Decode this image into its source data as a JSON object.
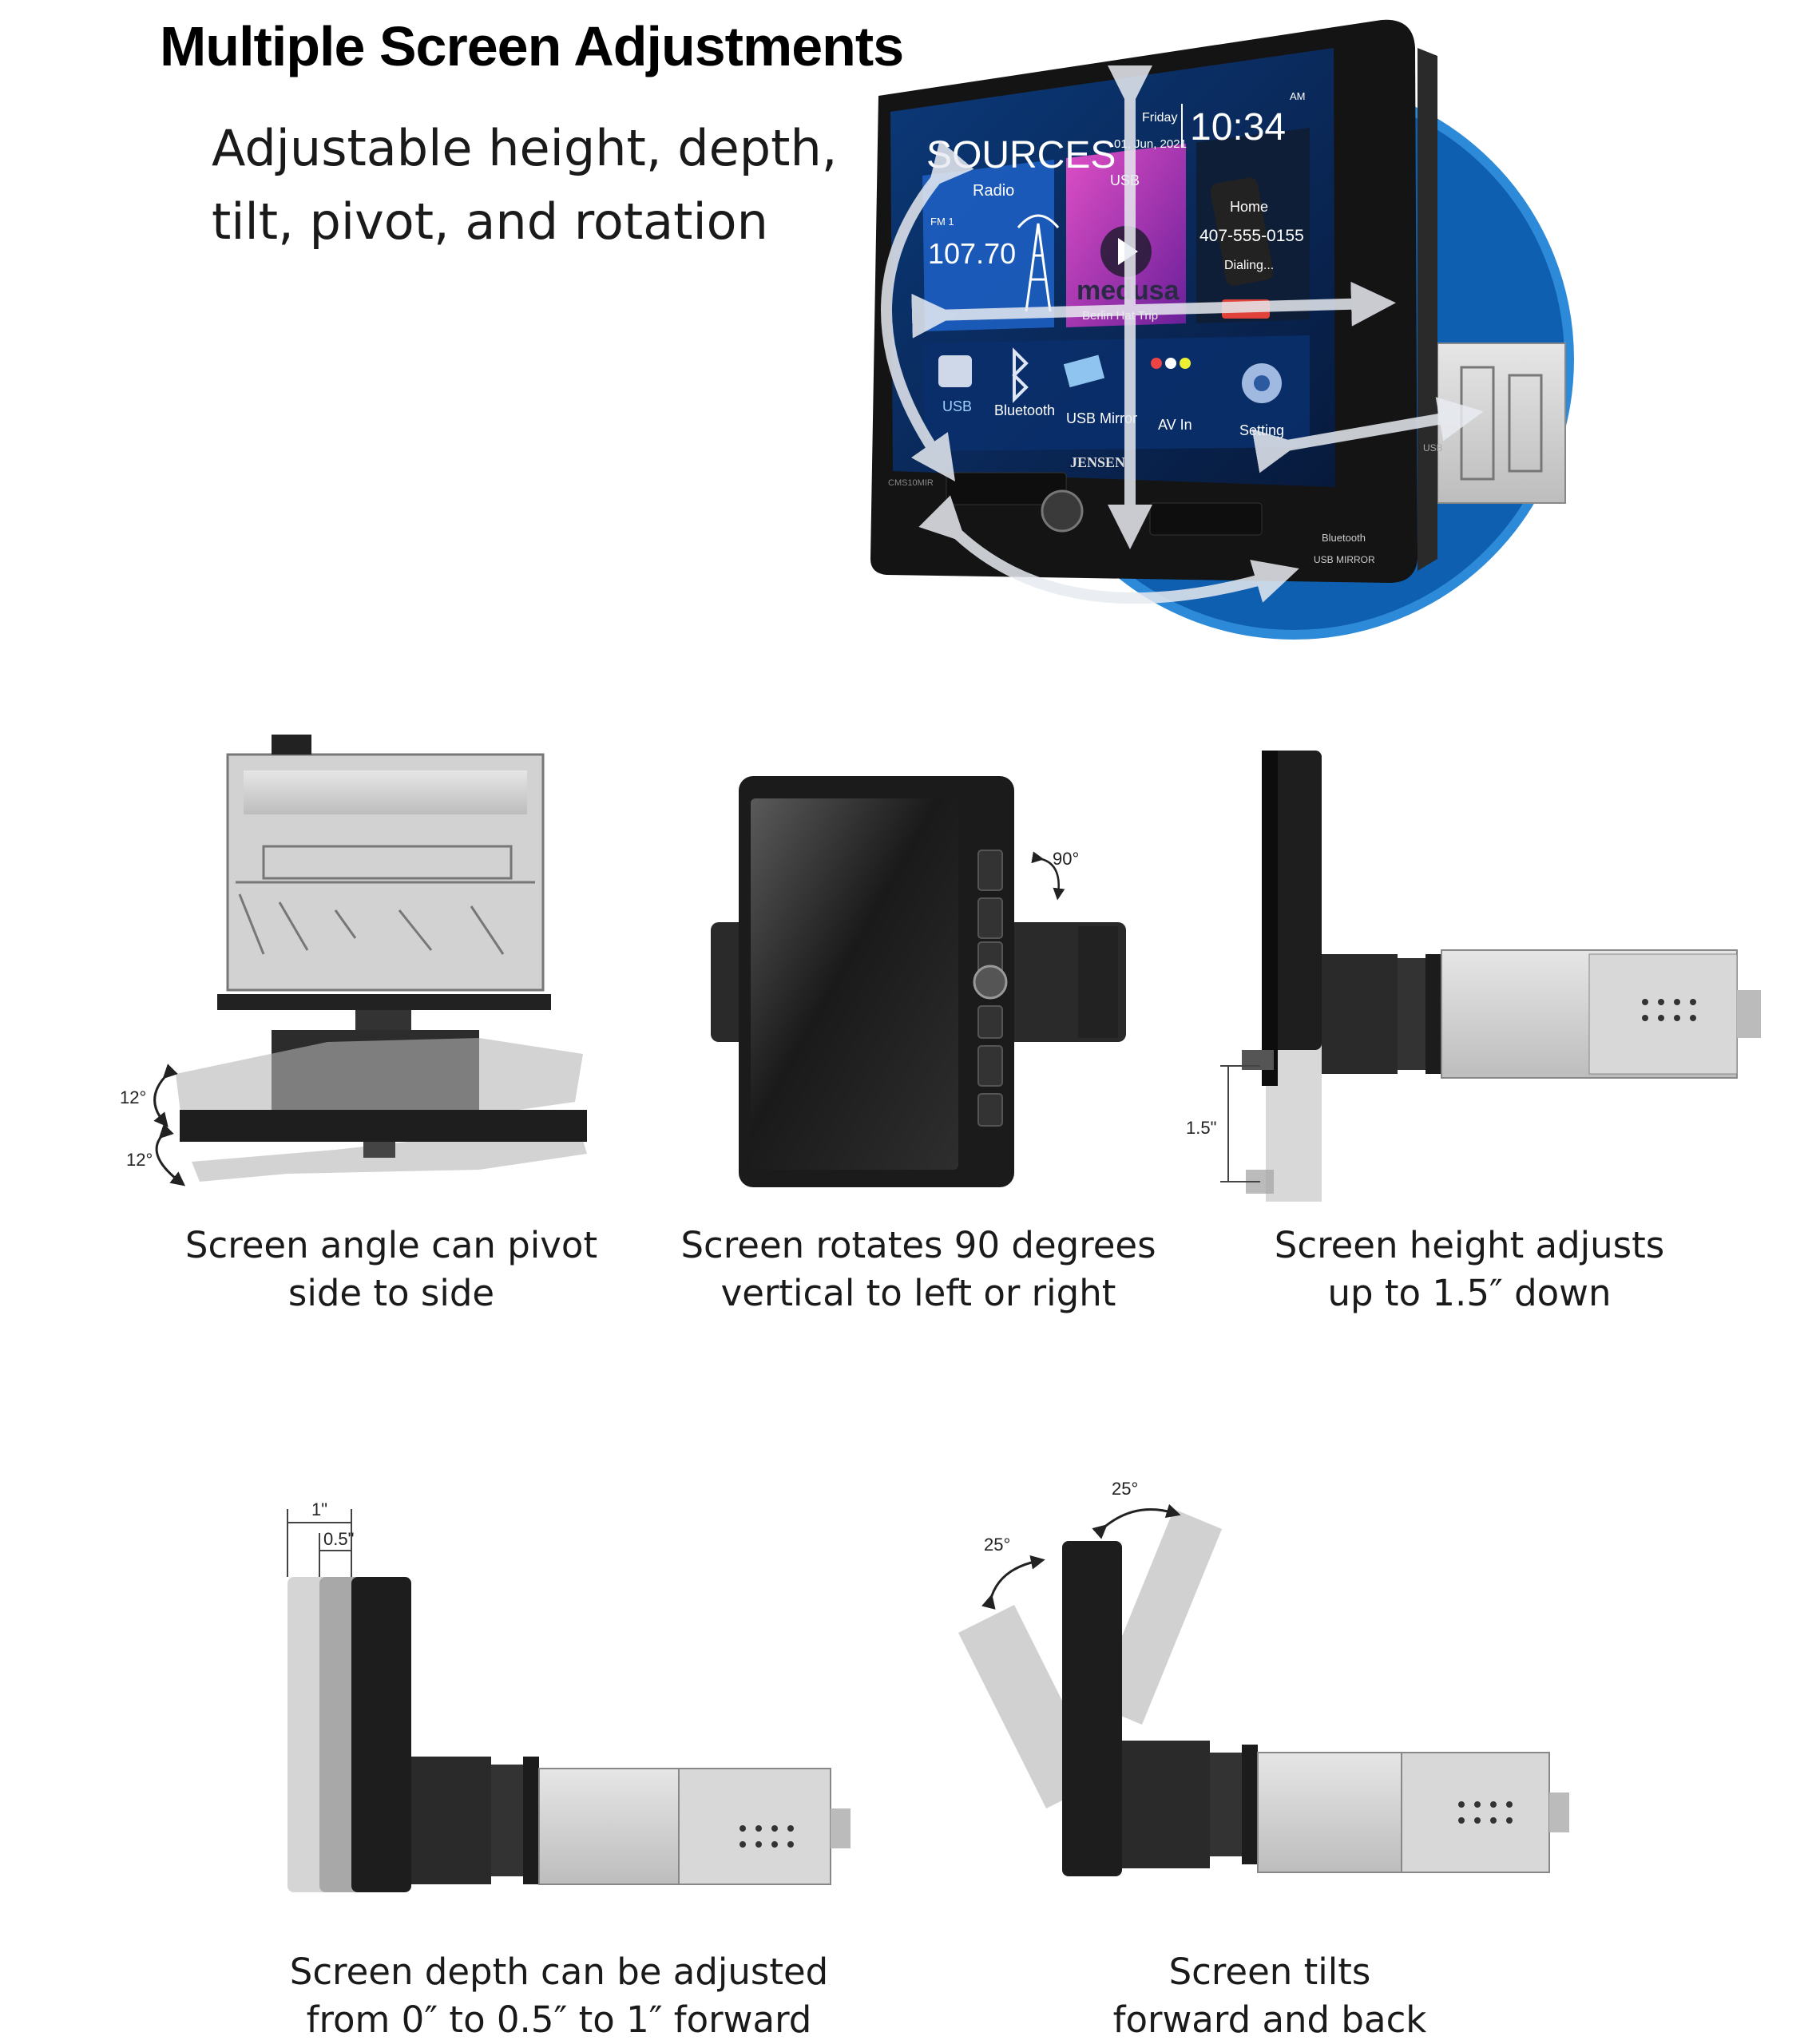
{
  "heading": "Multiple Screen Adjustments",
  "subheading": [
    "Adjustable height, depth,",
    "tilt, pivot, and rotation"
  ],
  "hero_screen": {
    "sources": "SOURCES",
    "day": "Friday",
    "date": "01, Jun, 2021",
    "time": "10:34",
    "ampm": "AM",
    "radio_label": "Radio",
    "band": "FM 1",
    "frequency": "107.70",
    "usb_tile": "USB",
    "media_title": "medusa",
    "media_sub": "Berlin Hat Trip",
    "phone_home": "Home",
    "phone_number": "407-555-0155",
    "phone_status": "Dialing...",
    "apps": [
      "USB",
      "Bluetooth",
      "USB Mirror",
      "AV In",
      "Setting"
    ],
    "brand": "JENSEN",
    "model": "CMS10MIR",
    "bt_badge": "Bluetooth",
    "mirror_badge": "USB MIRROR",
    "side_label": "USB",
    "accent": "#1a6fc4"
  },
  "features": [
    {
      "caption": [
        "Screen angle can pivot",
        "side to side"
      ],
      "dims": [
        "12°",
        "12°"
      ]
    },
    {
      "caption": [
        "Screen rotates 90 degrees",
        "vertical to left or right"
      ],
      "dims": [
        "90°"
      ]
    },
    {
      "caption": [
        "Screen height adjusts",
        "up to 1.5″ down"
      ],
      "dims": [
        "1.5\""
      ]
    },
    {
      "caption": [
        "Screen depth can be adjusted",
        "from 0″ to 0.5″ to 1″ forward"
      ],
      "dims": [
        "1\"",
        "0.5\""
      ]
    },
    {
      "caption": [
        "Screen tilts",
        "forward and back"
      ],
      "dims": [
        "25°",
        "25°"
      ]
    }
  ]
}
